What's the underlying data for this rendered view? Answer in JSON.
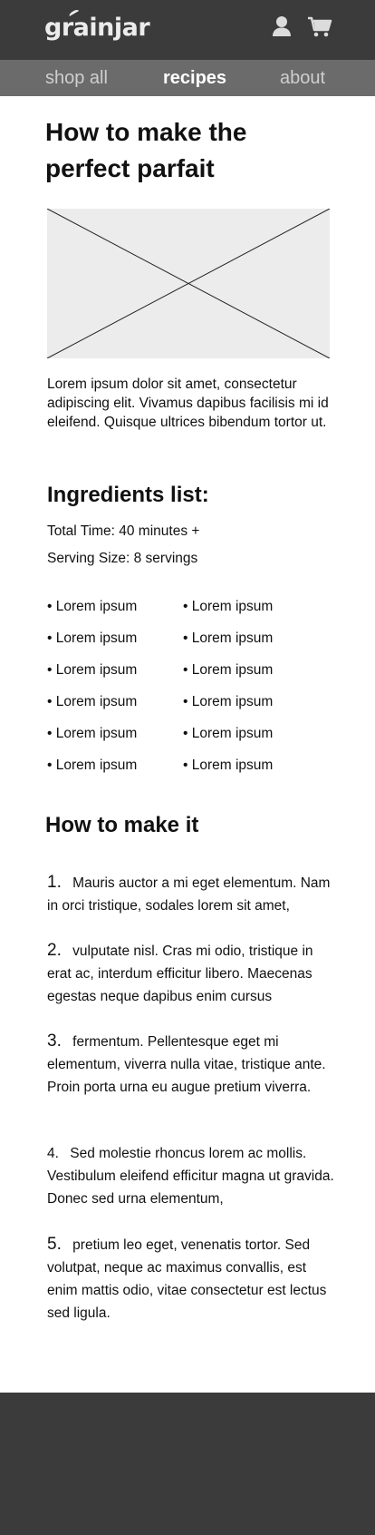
{
  "header": {
    "logo_text": "grainjar",
    "account_icon": "user-icon",
    "cart_icon": "shopping-cart-icon",
    "background_color": "#3b3b3b"
  },
  "nav": {
    "items": [
      {
        "label": "shop all",
        "active": false
      },
      {
        "label": "recipes",
        "active": true
      },
      {
        "label": "about",
        "active": false
      }
    ],
    "background_color": "#6b6b6b"
  },
  "main": {
    "title": "How to make the perfect parfait",
    "hero_image": "image-placeholder",
    "intro": "Lorem ipsum dolor sit amet, consectetur adipiscing elit. Vivamus dapibus facilisis mi id eleifend. Quisque ultrices bibendum tortor ut.",
    "ingredients": {
      "title": "Ingredients list:",
      "total_time": "Total Time: 40 minutes +",
      "serving_size": "Serving Size: 8 servings",
      "items": [
        "• Lorem ipsum",
        "• Lorem ipsum",
        "• Lorem ipsum",
        "• Lorem ipsum",
        "• Lorem ipsum",
        "• Lorem ipsum",
        "• Lorem ipsum",
        "• Lorem ipsum",
        "• Lorem ipsum",
        "• Lorem ipsum",
        "• Lorem ipsum",
        "• Lorem ipsum"
      ]
    },
    "how_to": {
      "title": "How to make it",
      "steps": [
        {
          "number": "1.",
          "text": "Mauris auctor a mi eget elementum. Nam in orci tristique, sodales lorem sit amet,"
        },
        {
          "number": "2.",
          "text": "vulputate nisl. Cras mi odio, tristique in erat ac, interdum efficitur libero. Maecenas egestas neque dapibus enim cursus"
        },
        {
          "number": "3.",
          "text": "fermentum. Pellentesque eget mi elementum, viverra nulla vitae, tristique ante. Proin porta urna eu augue pretium viverra."
        },
        {
          "number": "4.",
          "text": "Sed molestie rhoncus lorem ac mollis. Vestibulum eleifend efficitur magna ut gravida. Donec sed urna elementum,"
        },
        {
          "number": "5.",
          "text": "pretium leo eget, venenatis tortor. Sed volutpat, neque ac maximus convallis, est enim mattis odio, vitae consectetur est lectus sed ligula."
        }
      ]
    }
  },
  "footer": {
    "background_color": "#3b3b3b"
  }
}
